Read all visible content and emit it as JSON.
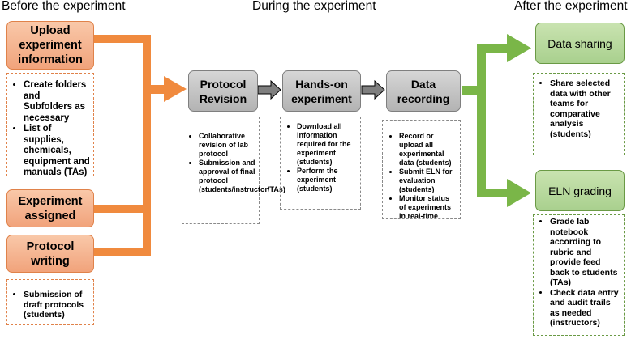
{
  "headings": {
    "before": "Before the experiment",
    "during": "During the experiment",
    "after": "After the experiment"
  },
  "before": {
    "upload": "Upload experiment information",
    "upload_bullets": [
      "Create folders and Subfolders as necessary",
      "List of supplies, chemicals, equipment and manuals (TAs)"
    ],
    "assigned": "Experiment assigned",
    "writing": "Protocol writing",
    "writing_bullets": [
      "Submission of draft protocols (students)"
    ]
  },
  "during": {
    "revision": "Protocol Revision",
    "revision_bullets": [
      "Collaborative revision of lab protocol",
      "Submission and approval of final protocol (students/instructor/TAs)"
    ],
    "handson": "Hands-on experiment",
    "handson_bullets": [
      "Download all information required for the experiment (students)",
      "Perform the experiment (students)"
    ],
    "recording": "Data recording",
    "recording_bullets": [
      "Record or upload all experimental data (students)",
      "Submit ELN for evaluation (students)",
      "Monitor status of experiments in real-time"
    ]
  },
  "after": {
    "sharing": "Data sharing",
    "sharing_bullets": [
      "Share selected data with other teams for comparative analysis (students)"
    ],
    "grading": "ELN grading",
    "grading_bullets": [
      "Grade lab notebook according to rubric and provide feed back to students (TAs)",
      "Check data entry and audit trails as needed (instructors)"
    ]
  },
  "colors": {
    "orange": "#f08a3e",
    "gray": "#7f7f7f",
    "green": "#7ab648"
  }
}
